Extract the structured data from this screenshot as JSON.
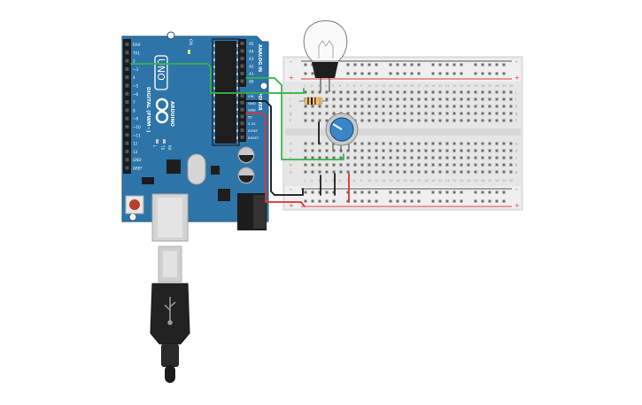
{
  "colors": {
    "board": "#2d74a8",
    "board_dark": "#1f5a86",
    "header": "#1b1b1b",
    "breadboard": "#e6e6e6",
    "breadboard_edge": "#d3d3d3",
    "rail_red": "#e03b3b",
    "rail_blue": "#5a5a5a",
    "wire_green": "#35b34a",
    "wire_black": "#1a1a1a",
    "wire_red": "#e53333",
    "usb_metal": "#cfcfcf",
    "cable": "#222222",
    "pot_knob": "#3a86c8"
  },
  "arduino": {
    "brand": "ARDUINO",
    "model": "UNO",
    "on_label": "ON",
    "tx_label": "TX",
    "rx_label": "RX",
    "l_label": "L",
    "digital_label": "DIGITAL (PWM~)",
    "analog_label": "ANALOG IN",
    "power_label": "POWER",
    "digital_pins": [
      "RX0",
      "TX1",
      "2",
      "~3",
      "4",
      "~5",
      "~6",
      "7",
      "8",
      "~9",
      "~10",
      "~11",
      "12",
      "13",
      "GND",
      "AREF"
    ],
    "analog_pins": [
      "A5",
      "A4",
      "A3",
      "A2",
      "A1",
      "A0"
    ],
    "power_pins": [
      "VIN",
      "GND",
      "GND",
      "5V",
      "3.3V",
      "IOREF",
      "RESET"
    ]
  },
  "breadboard": {
    "row_labels_top": [
      "j",
      "i",
      "h",
      "g",
      "f"
    ],
    "row_labels_bottom": [
      "e",
      "d",
      "c",
      "b",
      "a"
    ],
    "col_count": 30
  }
}
